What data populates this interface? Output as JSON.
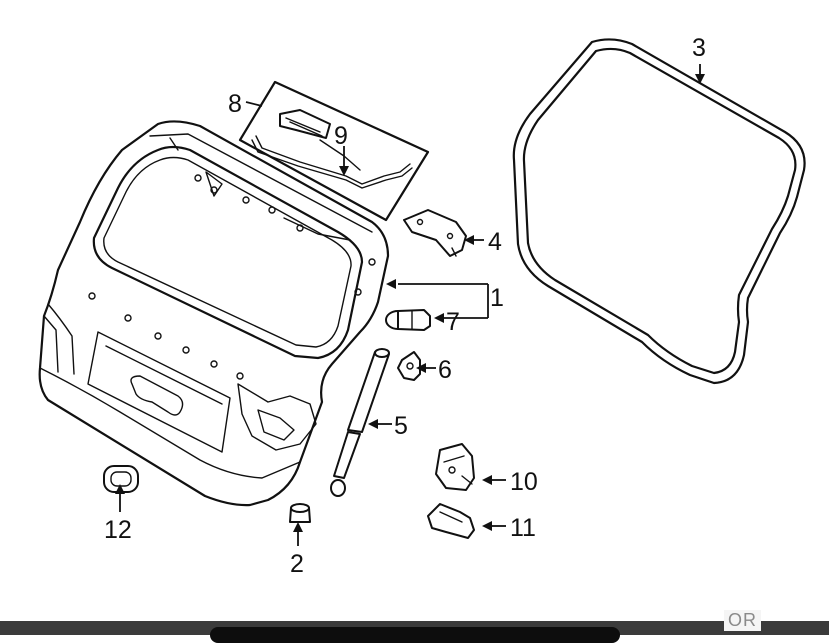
{
  "diagram": {
    "callouts": [
      {
        "id": "1",
        "label": "1"
      },
      {
        "id": "2",
        "label": "2"
      },
      {
        "id": "3",
        "label": "3"
      },
      {
        "id": "4",
        "label": "4"
      },
      {
        "id": "5",
        "label": "5"
      },
      {
        "id": "6",
        "label": "6"
      },
      {
        "id": "7",
        "label": "7"
      },
      {
        "id": "8",
        "label": "8"
      },
      {
        "id": "9",
        "label": "9"
      },
      {
        "id": "10",
        "label": "10"
      },
      {
        "id": "11",
        "label": "11"
      },
      {
        "id": "12",
        "label": "12"
      }
    ]
  },
  "footer": {
    "partial_text": "OR"
  },
  "colors": {
    "line": "#111111",
    "background": "#ffffff",
    "bottom_bar": "#3b3b3b"
  }
}
